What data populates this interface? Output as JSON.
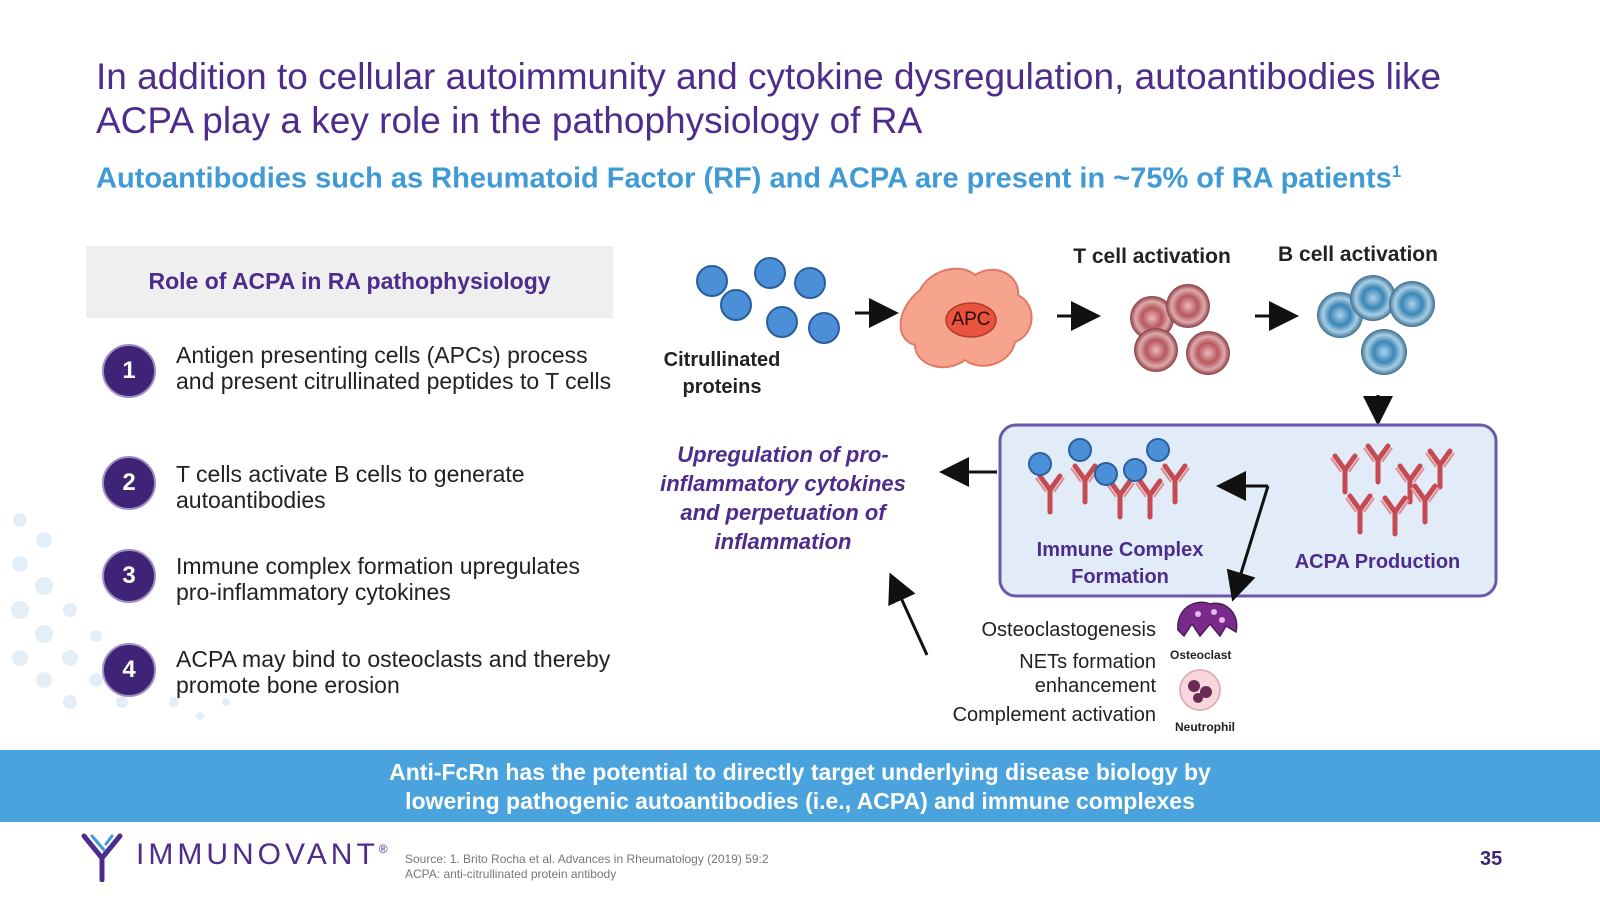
{
  "title": "In addition to cellular autoimmunity and cytokine dysregulation, autoantibodies like ACPA play a key role in the pathophysiology of RA",
  "subtitle": "Autoantibodies such as Rheumatoid Factor (RF) and ACPA are present in ~75% of RA patients",
  "subtitle_sup": "1",
  "role_title": "Role of ACPA in RA pathophysiology",
  "steps": [
    {
      "num": "1",
      "text": "Antigen presenting cells (APCs) process and present citrullinated peptides to T cells"
    },
    {
      "num": "2",
      "text": "T cells activate B cells to generate autoantibodies"
    },
    {
      "num": "3",
      "text": "Immune complex formation upregulates pro-inflammatory cytokines"
    },
    {
      "num": "4",
      "text": "ACPA may bind to osteoclasts and thereby promote bone erosion"
    }
  ],
  "diagram": {
    "citrullinated_line1": "Citrullinated",
    "citrullinated_line2": "proteins",
    "apc": "APC",
    "t_cell": "T cell activation",
    "b_cell": "B cell activation",
    "upregulation": "Upregulation of pro-inflammatory cytokines and perpetuation of inflammation",
    "immune_complex_line1": "Immune Complex",
    "immune_complex_line2": "Formation",
    "acpa_production": "ACPA Production",
    "osteoclastogenesis": "Osteoclastogenesis",
    "nets_line1": "NETs formation",
    "nets_line2": "enhancement",
    "complement": "Complement activation",
    "osteoclast": "Osteoclast",
    "neutrophil": "Neutrophil"
  },
  "banner": {
    "line1": "Anti-FcRn has the potential to directly target underlying disease biology by",
    "line2": "lowering pathogenic autoantibodies (i.e., ACPA) and immune complexes"
  },
  "footer": {
    "logo": "IMMUNOVANT",
    "logo_mark": "®",
    "source_line1": "Source: 1. Brito Rocha et al. Advances in Rheumatology (2019) 59:2",
    "source_line2": "ACPA: anti-citrullinated protein antibody",
    "page": "35"
  },
  "colors": {
    "title": "#4d2c8c",
    "subtitle": "#3f9ad6",
    "banner": "#4aa3dc",
    "step_circle": "#3e2377"
  }
}
